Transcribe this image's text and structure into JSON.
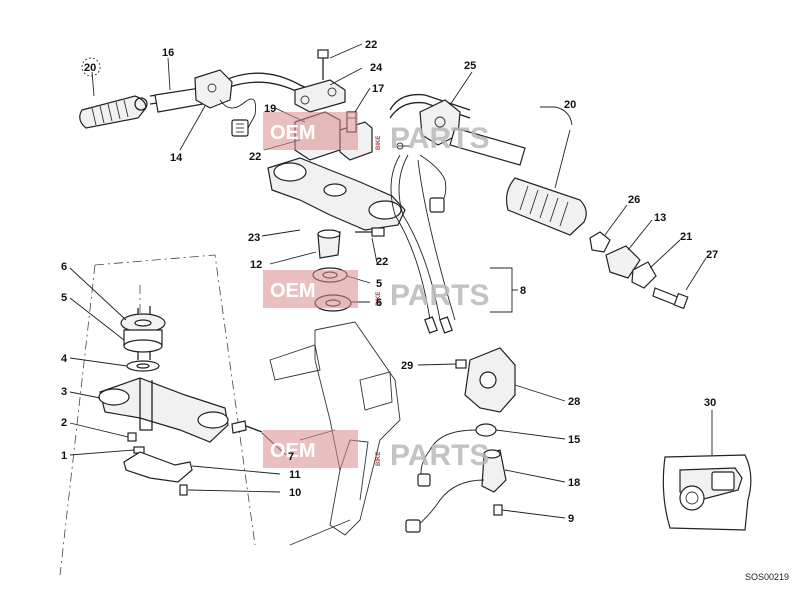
{
  "diagram": {
    "labels": {
      "l20a": "20",
      "l16": "16",
      "l14": "14",
      "l19": "19",
      "l22a": "22",
      "l24": "24",
      "l17": "17",
      "l22b": "22",
      "l25": "25",
      "l20b": "20",
      "l26": "26",
      "l13": "13",
      "l21": "21",
      "l27": "27",
      "l23": "23",
      "l22c": "22",
      "l12": "12",
      "l5a": "5",
      "l6a": "6",
      "l8": "8",
      "l6b": "6",
      "l5b": "5",
      "l4": "4",
      "l3": "3",
      "l2": "2",
      "l1": "1",
      "l7": "7",
      "l11": "11",
      "l10": "10",
      "l29": "29",
      "l28": "28",
      "l15": "15",
      "l18": "18",
      "l9": "9",
      "l30": "30"
    },
    "drawing_code": "SOS00219"
  },
  "watermark": {
    "brand_left": "OEM",
    "brand_mid": "BIKE",
    "brand_right": "PARTS"
  }
}
